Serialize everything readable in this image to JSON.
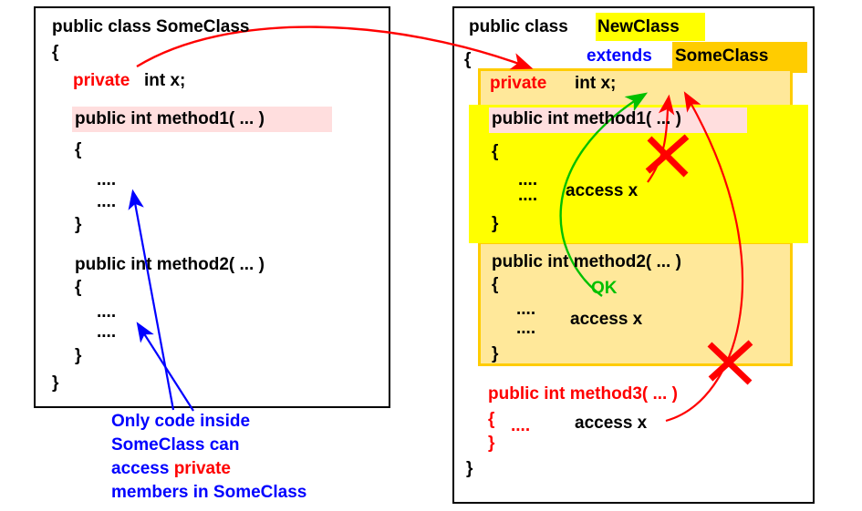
{
  "left_class": {
    "header": "public class SomeClass",
    "open_brace": "{",
    "field_modifier": "private",
    "field_rest": "int x;",
    "method1_sig": "public int method1( ... )",
    "method1_open": "{",
    "method1_dots1": "....",
    "method1_dots2": "....",
    "method1_close": "}",
    "method2_sig": "public int method2( ... )",
    "method2_open": "{",
    "method2_dots1": "....",
    "method2_dots2": "....",
    "method2_close": "}",
    "class_close": "}"
  },
  "right_class": {
    "header_prefix": "public class",
    "header_name": "NewClass",
    "extends_keyword": "extends",
    "extends_name": "SomeClass",
    "open_brace": "{",
    "field_modifier": "private",
    "field_rest": "int x;",
    "method1_sig": "public int method1( ... )",
    "method1_open": "{",
    "method1_dots1": "....",
    "method1_dots2": "....",
    "method1_access": "access x",
    "method1_close": "}",
    "method2_sig": "public int method2( ... )",
    "method2_open": "{",
    "method2_ok": "OK",
    "method2_dots1": "....",
    "method2_access": "access x",
    "method2_dots2": "....",
    "method2_close": "}",
    "method3_sig": "public int method3( ... )",
    "method3_open": "{",
    "method3_dots": "....",
    "method3_access": "access x",
    "method3_close": "}",
    "class_close": "}"
  },
  "caption": {
    "line1": "Only code inside",
    "line2": "SomeClass can",
    "line3_prefix": "access",
    "line3_keyword": "private",
    "line4": "members in SomeClass"
  },
  "colors": {
    "red": "#ff0000",
    "blue": "#0000ff",
    "green": "#00c000",
    "bright_yellow": "#ffff00",
    "gold": "#ffcc00",
    "pale_yellow": "#ffe89a",
    "pink": "#ffdede",
    "black": "#000000"
  },
  "annotations": {
    "forbidden_mark_1": "red-x-cross",
    "forbidden_mark_2": "red-x-cross",
    "allowed_mark": "OK"
  }
}
